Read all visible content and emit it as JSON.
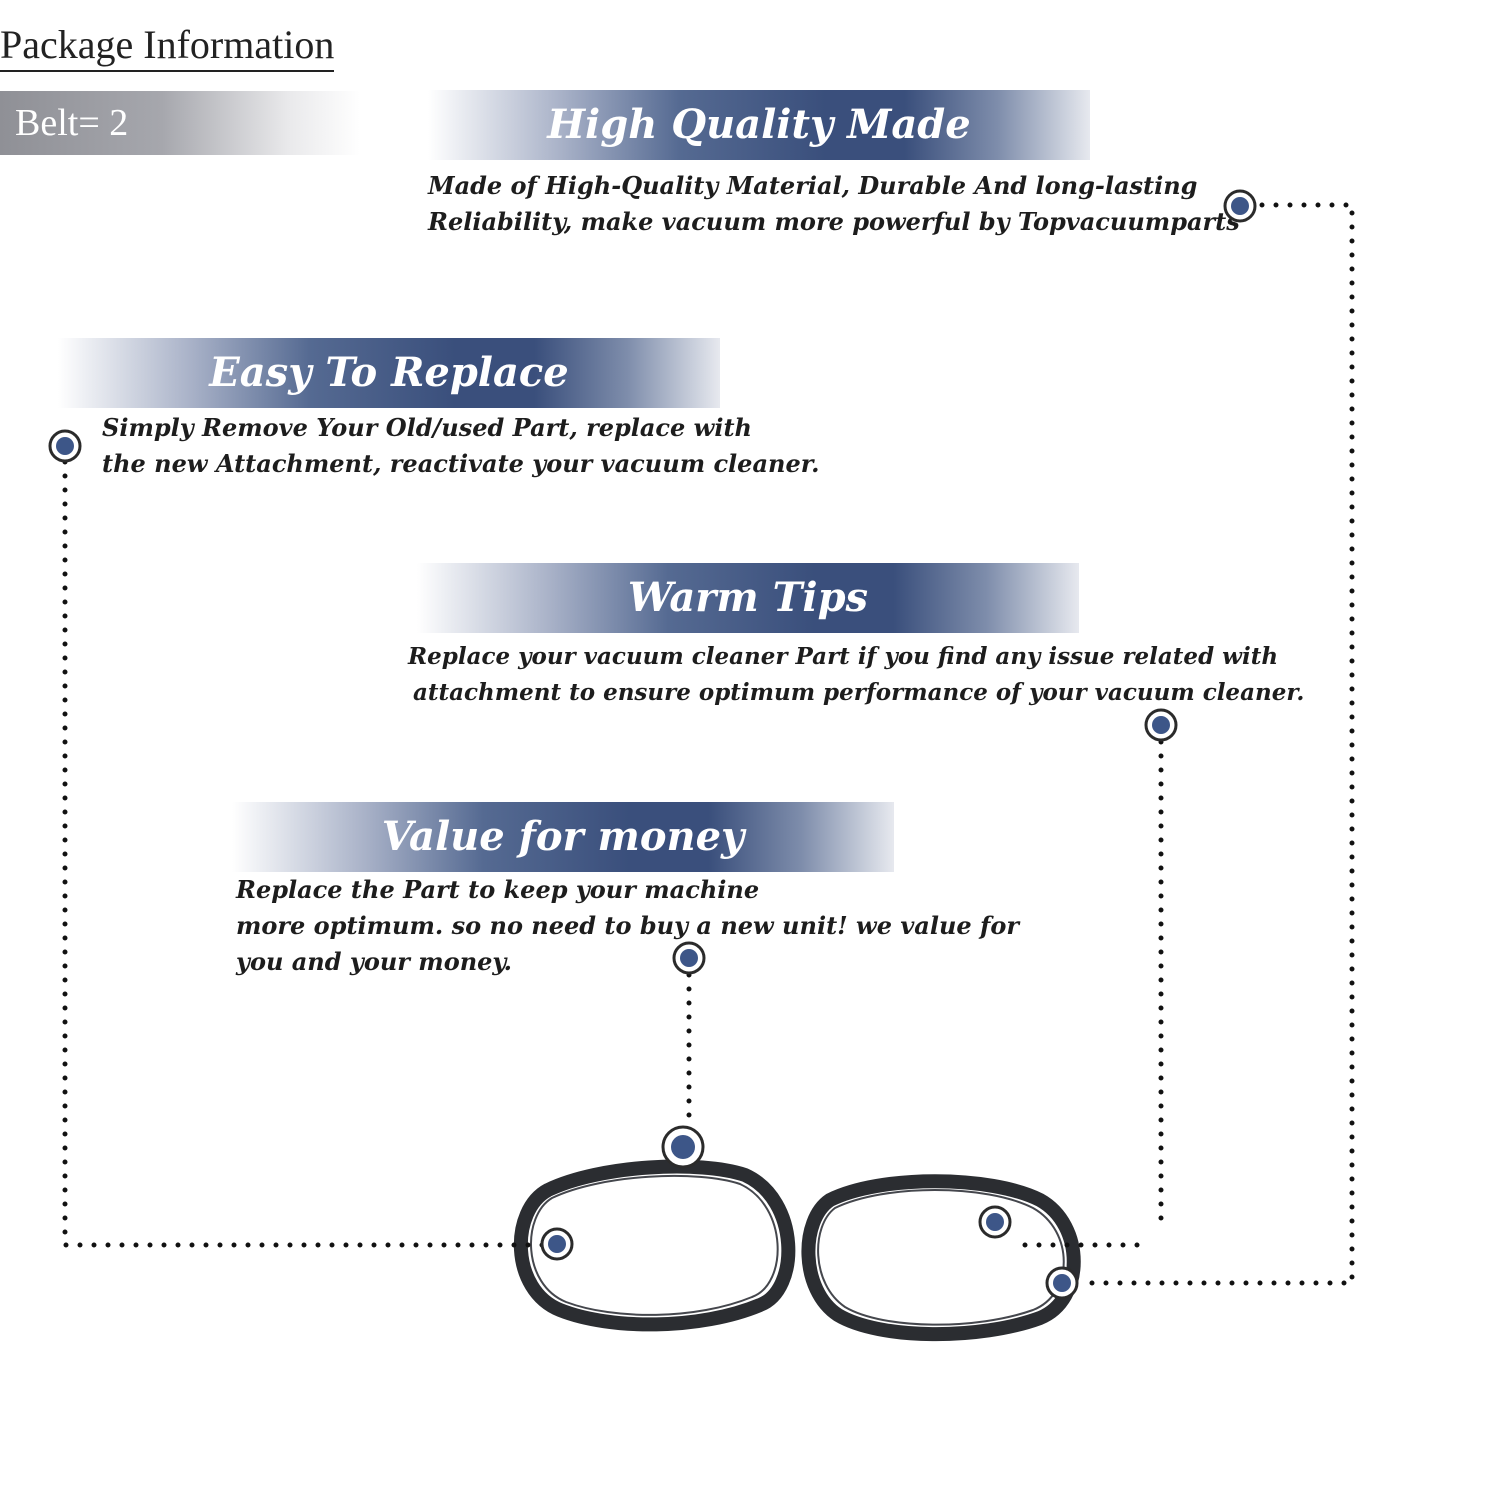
{
  "package": {
    "title": "Package Information",
    "belt_label": "Belt= 2"
  },
  "features": {
    "high_quality": {
      "title": "High Quality Made",
      "lines": [
        "Made of  High-Quality Material, Durable And long-lasting",
        "Reliability, make vacuum more powerful by Topvacuumparts"
      ]
    },
    "easy_replace": {
      "title": "Easy To Replace",
      "lines": [
        "Simply Remove Your Old/used Part, replace with",
        "the new Attachment, reactivate your vacuum cleaner."
      ]
    },
    "warm_tips": {
      "title": "Warm Tips",
      "lines": [
        "Replace your vacuum cleaner Part if you find any issue related with",
        "attachment to ensure optimum performance of your vacuum cleaner."
      ]
    },
    "value": {
      "title": "Value for money",
      "lines": [
        "Replace the Part to keep your machine",
        "more optimum. so no need to buy a new unit! we value for",
        "you and your money."
      ]
    }
  },
  "colors": {
    "banner_dark": "#3a4f7c",
    "marker_blue": "#3d5688",
    "belt": "#2b2d31"
  },
  "icons": [
    "callout-marker-icon",
    "dotted-connector",
    "vacuum-belt-image"
  ]
}
